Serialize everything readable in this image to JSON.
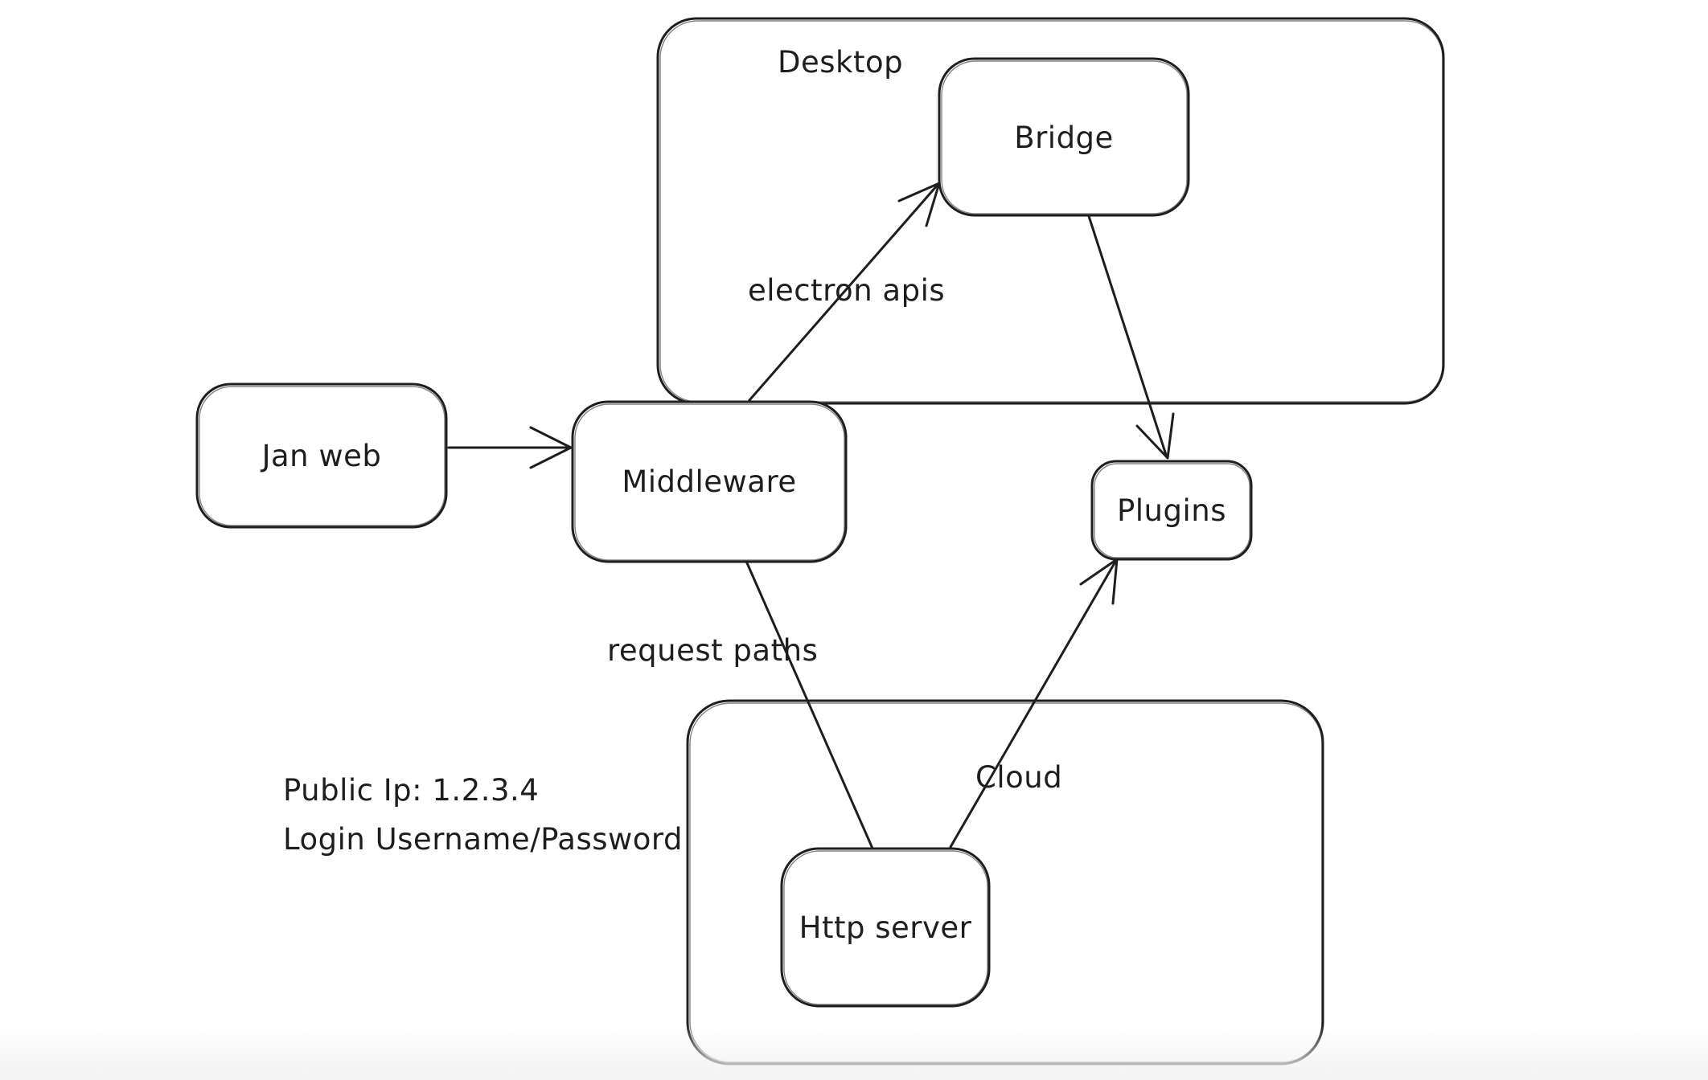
{
  "canvas": {
    "background_color": "#ffffff",
    "stroke_color": "#1e1e1e"
  },
  "containers": [
    {
      "id": "desktop",
      "label": "Desktop"
    },
    {
      "id": "cloud",
      "label": "Cloud"
    }
  ],
  "nodes": [
    {
      "id": "jan-web",
      "label": "Jan web"
    },
    {
      "id": "middleware",
      "label": "Middleware"
    },
    {
      "id": "bridge",
      "label": "Bridge"
    },
    {
      "id": "plugins",
      "label": "Plugins"
    },
    {
      "id": "http-server",
      "label": "Http server"
    }
  ],
  "edges": [
    {
      "id": "jan-web-to-middleware",
      "from": "Jan web",
      "to": "Middleware",
      "label": ""
    },
    {
      "id": "middleware-to-bridge",
      "from": "Middleware",
      "to": "Bridge",
      "label": "electron apis"
    },
    {
      "id": "bridge-to-plugins",
      "from": "Bridge",
      "to": "Plugins",
      "label": ""
    },
    {
      "id": "middleware-to-http-server",
      "from": "Middleware",
      "to": "Http server",
      "label": "request paths"
    },
    {
      "id": "http-server-to-plugins",
      "from": "Http server",
      "to": "Plugins",
      "label": ""
    }
  ],
  "annotations": [
    {
      "text": "Public Ip: 1.2.3.4"
    },
    {
      "text": "Login Username/Password"
    }
  ]
}
